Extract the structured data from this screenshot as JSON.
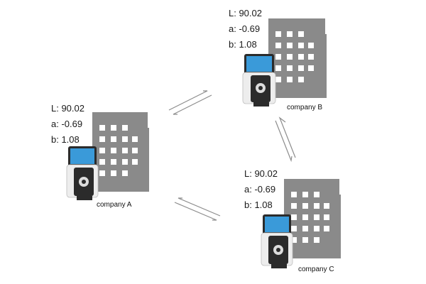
{
  "nodes": [
    {
      "id": "a",
      "company": "company A",
      "readings": {
        "L": "L: 90.02",
        "a": "a: -0.69",
        "b": "b: 1.08"
      }
    },
    {
      "id": "b",
      "company": "company B",
      "readings": {
        "L": "L: 90.02",
        "a": "a: -0.69",
        "b": "b: 1.08"
      }
    },
    {
      "id": "c",
      "company": "company C",
      "readings": {
        "L": "L: 90.02",
        "a": "a: -0.69",
        "b": "b: 1.08"
      }
    }
  ],
  "icons": {
    "building": "building-icon",
    "device": "spectrophotometer-device-icon",
    "connection": "bidirectional-arrow-icon"
  },
  "colors": {
    "building": "#8a8a8a",
    "building_window": "#ffffff",
    "device_body": "#2b2b2b",
    "device_screen": "#3a9ad9",
    "arrow": "#8c8c8c",
    "background": "#ffffff"
  }
}
